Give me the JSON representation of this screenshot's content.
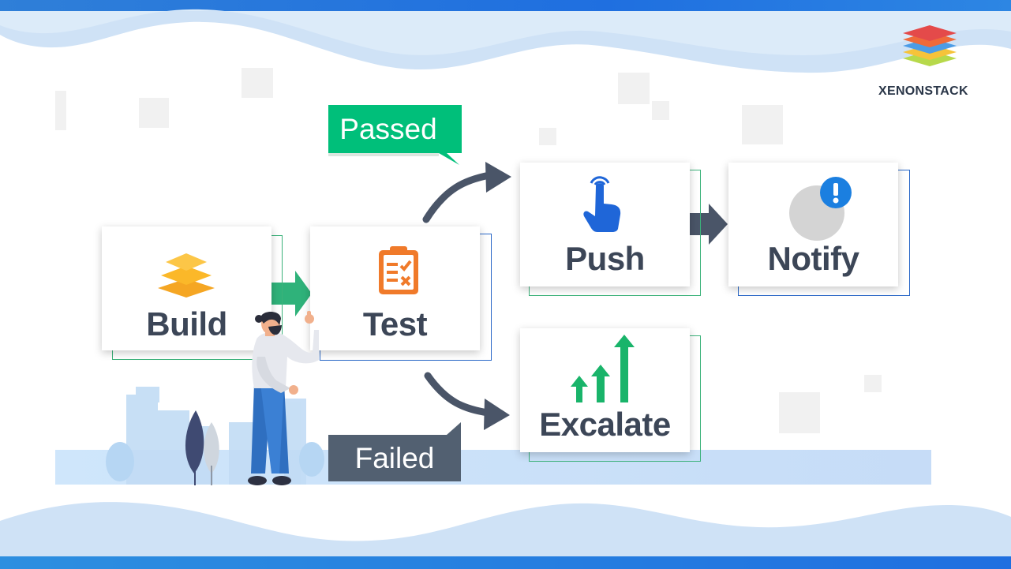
{
  "brand": {
    "name": "XENONSTACK"
  },
  "stages": {
    "build": {
      "label": "Build",
      "icon": "layers-icon"
    },
    "test": {
      "label": "Test",
      "icon": "clipboard-check-icon"
    },
    "push": {
      "label": "Push",
      "icon": "tap-hand-icon"
    },
    "notify": {
      "label": "Notify",
      "icon": "alert-icon"
    },
    "escalate": {
      "label": "Excalate",
      "icon": "rising-arrows-icon"
    }
  },
  "outcomes": {
    "passed": "Passed",
    "failed": "Failed"
  },
  "colors": {
    "passed": "#00bf7a",
    "failed": "#526071",
    "build_accent": "#fbb829",
    "test_accent": "#f07a2a",
    "push_accent": "#1f66d8",
    "notify_accent": "#1b7fe0",
    "escalate_accent": "#19b46a",
    "text": "#3c4657",
    "green_outline": "#3bb27a",
    "blue_outline": "#2a68c8"
  }
}
